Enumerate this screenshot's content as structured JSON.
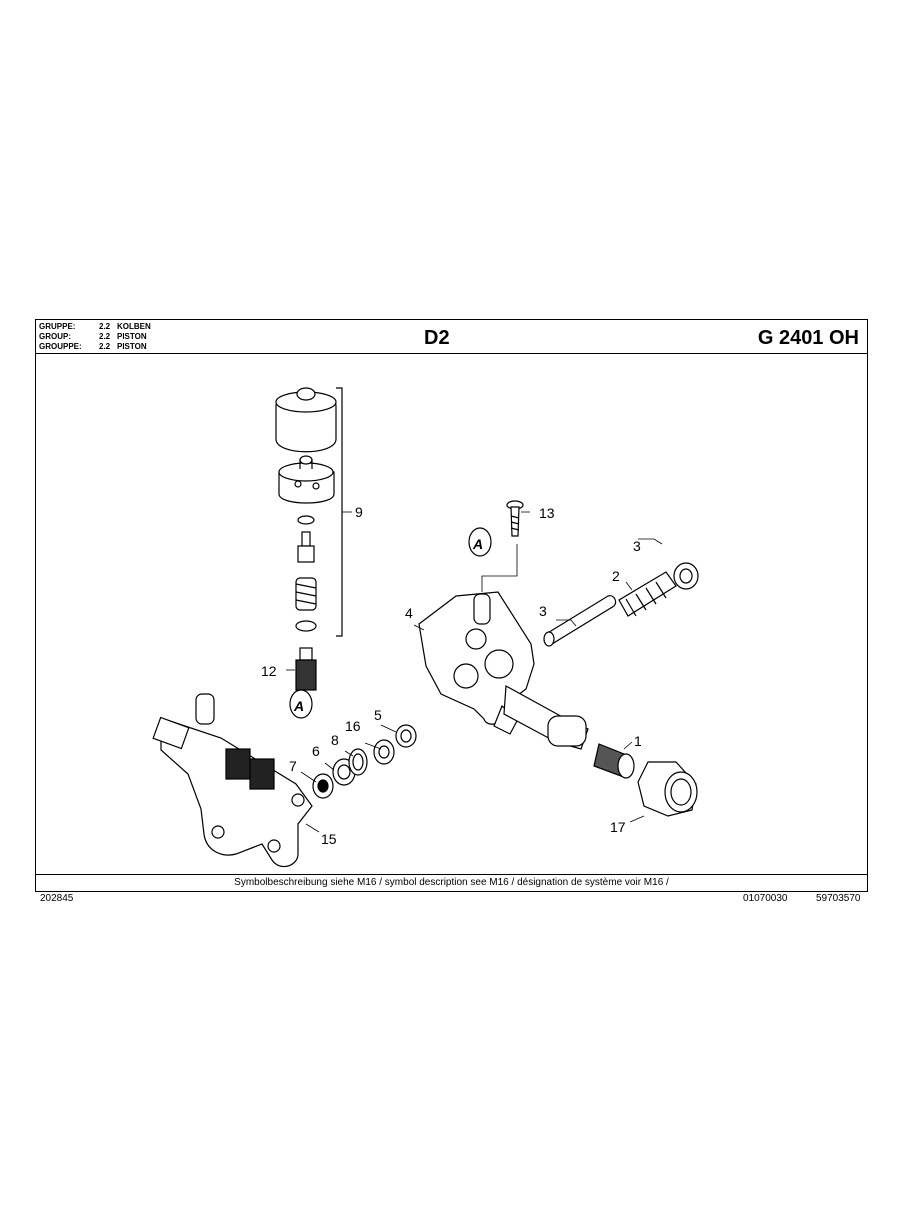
{
  "header": {
    "group_rows": [
      {
        "key": "GRUPPE:",
        "num": "2.2",
        "name": "KOLBEN"
      },
      {
        "key": "GROUP:",
        "num": "2.2",
        "name": "PISTON"
      },
      {
        "key": "GROUPPE:",
        "num": "2.2",
        "name": "PISTON"
      }
    ],
    "section_code": "D2",
    "model": "G 2401 OH"
  },
  "callouts": [
    "1",
    "2",
    "3",
    "3",
    "4",
    "5",
    "6",
    "7",
    "8",
    "9",
    "12",
    "13",
    "15",
    "16",
    "17"
  ],
  "markers": {
    "a_label": "A"
  },
  "footer": {
    "note": "Symbolbeschreibung siehe M16 / symbol description see M16 / désignation de système voir M16 /"
  },
  "bottom": {
    "doc_number": "202845",
    "part_ref": "01070030",
    "order_number": "59703570"
  }
}
